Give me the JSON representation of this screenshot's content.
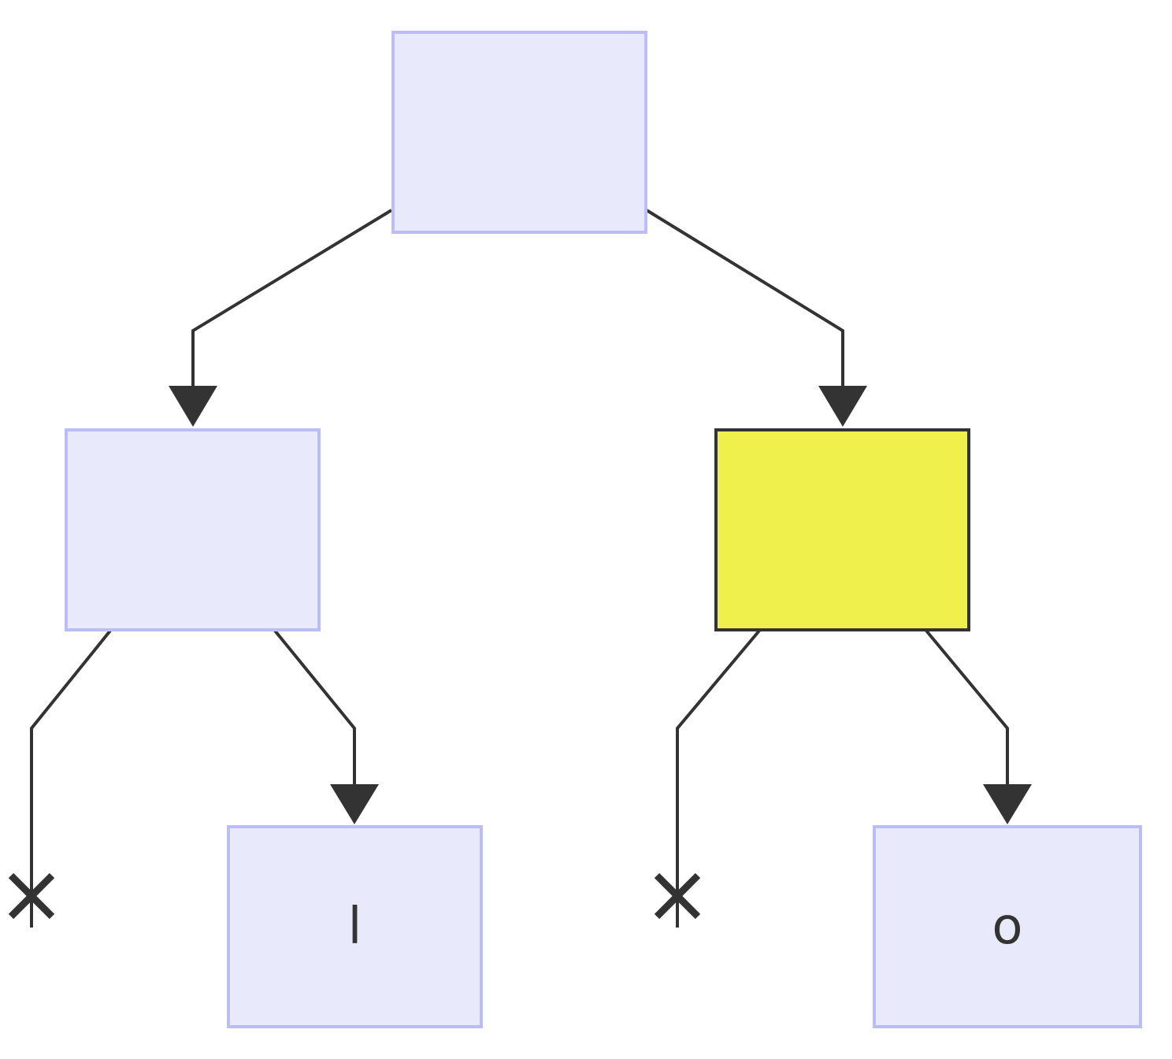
{
  "diagram": {
    "type": "binary-tree",
    "colors": {
      "node_fill": "#e9e9fc",
      "node_stroke": "#bcbcf6",
      "highlight_fill": "#f0f04c",
      "highlight_stroke": "#333333",
      "edge": "#333333"
    },
    "nodes": [
      {
        "id": "root",
        "label": "",
        "highlighted": false
      },
      {
        "id": "left",
        "label": "",
        "highlighted": false
      },
      {
        "id": "right",
        "label": "",
        "highlighted": true
      },
      {
        "id": "left-right",
        "label": "l",
        "highlighted": false
      },
      {
        "id": "right-right",
        "label": "o",
        "highlighted": false
      }
    ],
    "edges": [
      {
        "from": "root",
        "to": "left",
        "end": "arrow"
      },
      {
        "from": "root",
        "to": "right",
        "end": "arrow"
      },
      {
        "from": "left",
        "to": "null",
        "end": "cross"
      },
      {
        "from": "left",
        "to": "left-right",
        "end": "arrow"
      },
      {
        "from": "right",
        "to": "null",
        "end": "cross"
      },
      {
        "from": "right",
        "to": "right-right",
        "end": "arrow"
      }
    ]
  }
}
